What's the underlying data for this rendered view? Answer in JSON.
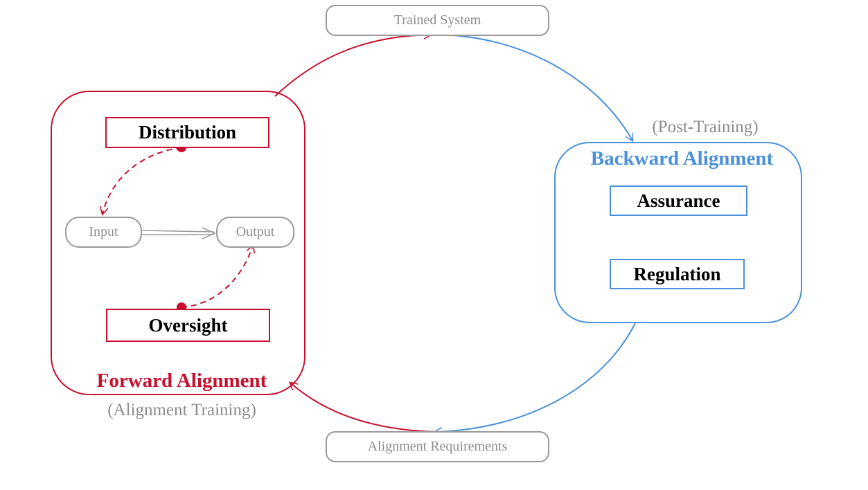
{
  "top_node": {
    "label": "Trained System"
  },
  "bottom_node": {
    "label": "Alignment Requirements"
  },
  "forward": {
    "title": "Forward Alignment",
    "subtitle": "(Alignment Training)",
    "items": [
      "Distribution",
      "Oversight"
    ],
    "flow": {
      "input": "Input",
      "output": "Output"
    }
  },
  "backward": {
    "title": "Backward Alignment",
    "subtitle": "(Post-Training)",
    "items": [
      "Assurance",
      "Regulation"
    ]
  },
  "colors": {
    "forward": "#c8102e",
    "backward": "#4a90d9",
    "neutral": "#9a9a9a"
  }
}
